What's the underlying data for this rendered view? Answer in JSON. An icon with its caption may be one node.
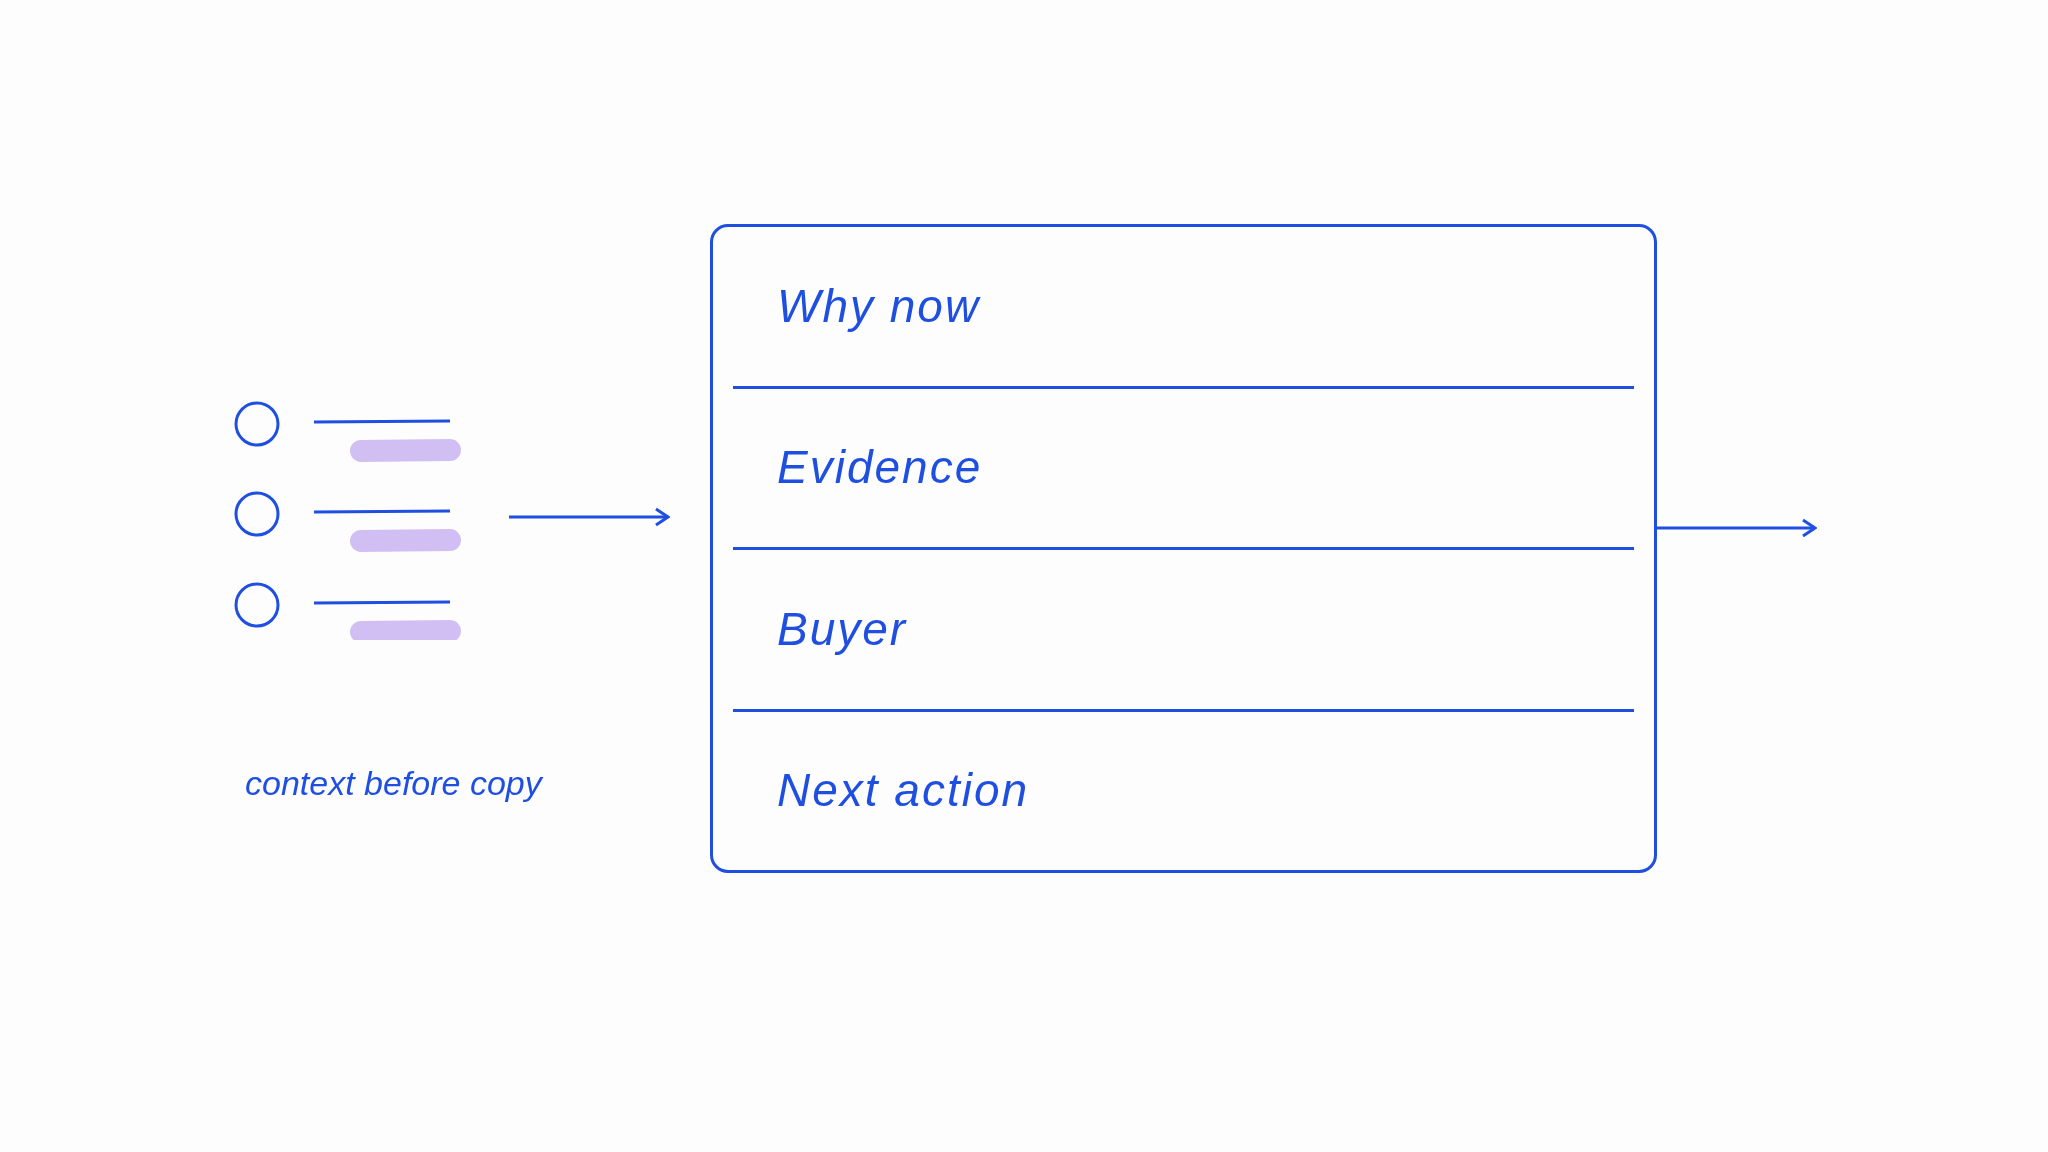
{
  "diagram": {
    "nodes": [
      {
        "text": [],
        "shape": "picture"
      },
      {
        "text": [
          "Why now",
          "Evidence",
          "Buyer",
          "Next action"
        ]
      }
    ],
    "edges": [
      {
        "from": 0,
        "to": 1,
        "arrow": "to"
      },
      {
        "from": 1,
        "to": null,
        "arrow": "to"
      }
    ],
    "labels": [
      "context before copy"
    ]
  }
}
